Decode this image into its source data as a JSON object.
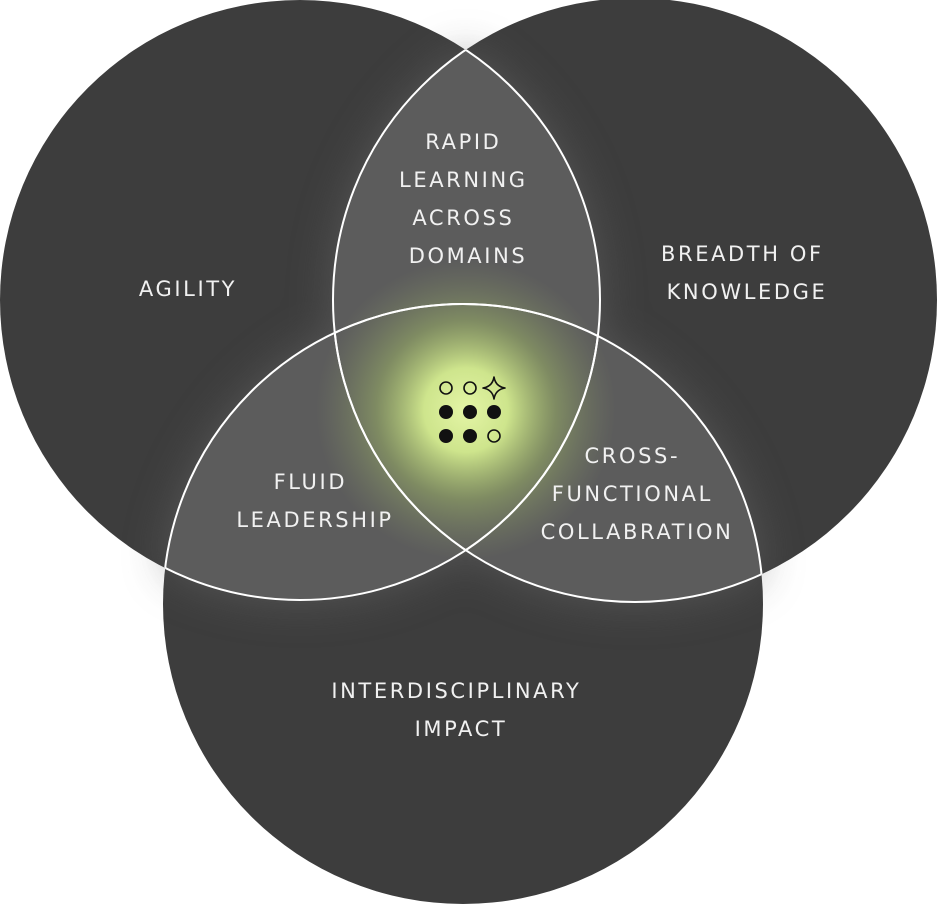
{
  "diagram": {
    "sets": [
      {
        "id": "left",
        "label_lines": [
          "AGILITY"
        ]
      },
      {
        "id": "right",
        "label_lines": [
          "BREADTH OF",
          "KNOWLEDGE"
        ]
      },
      {
        "id": "bottom",
        "label_lines": [
          "INTERDISCIPLINARY",
          "IMPACT"
        ]
      }
    ],
    "overlaps": [
      {
        "id": "left-right",
        "label_lines": [
          "RAPID",
          "LEARNING",
          "ACROSS",
          "DOMAINS"
        ]
      },
      {
        "id": "left-bottom",
        "label_lines": [
          "FLUID",
          "LEADERSHIP"
        ]
      },
      {
        "id": "right-bottom",
        "label_lines": [
          "CROSS-",
          "FUNCTIONAL",
          "COLLABRATION"
        ]
      }
    ],
    "center": {
      "logo_icon": "dot-grid-sparkle-icon",
      "glow_color": "#d8ef9a"
    },
    "colors": {
      "circle_fill": "#3d3d3d",
      "overlap_fill": "#5c5c5c",
      "outline": "#ffffff",
      "text": "#f1f1f1"
    }
  }
}
